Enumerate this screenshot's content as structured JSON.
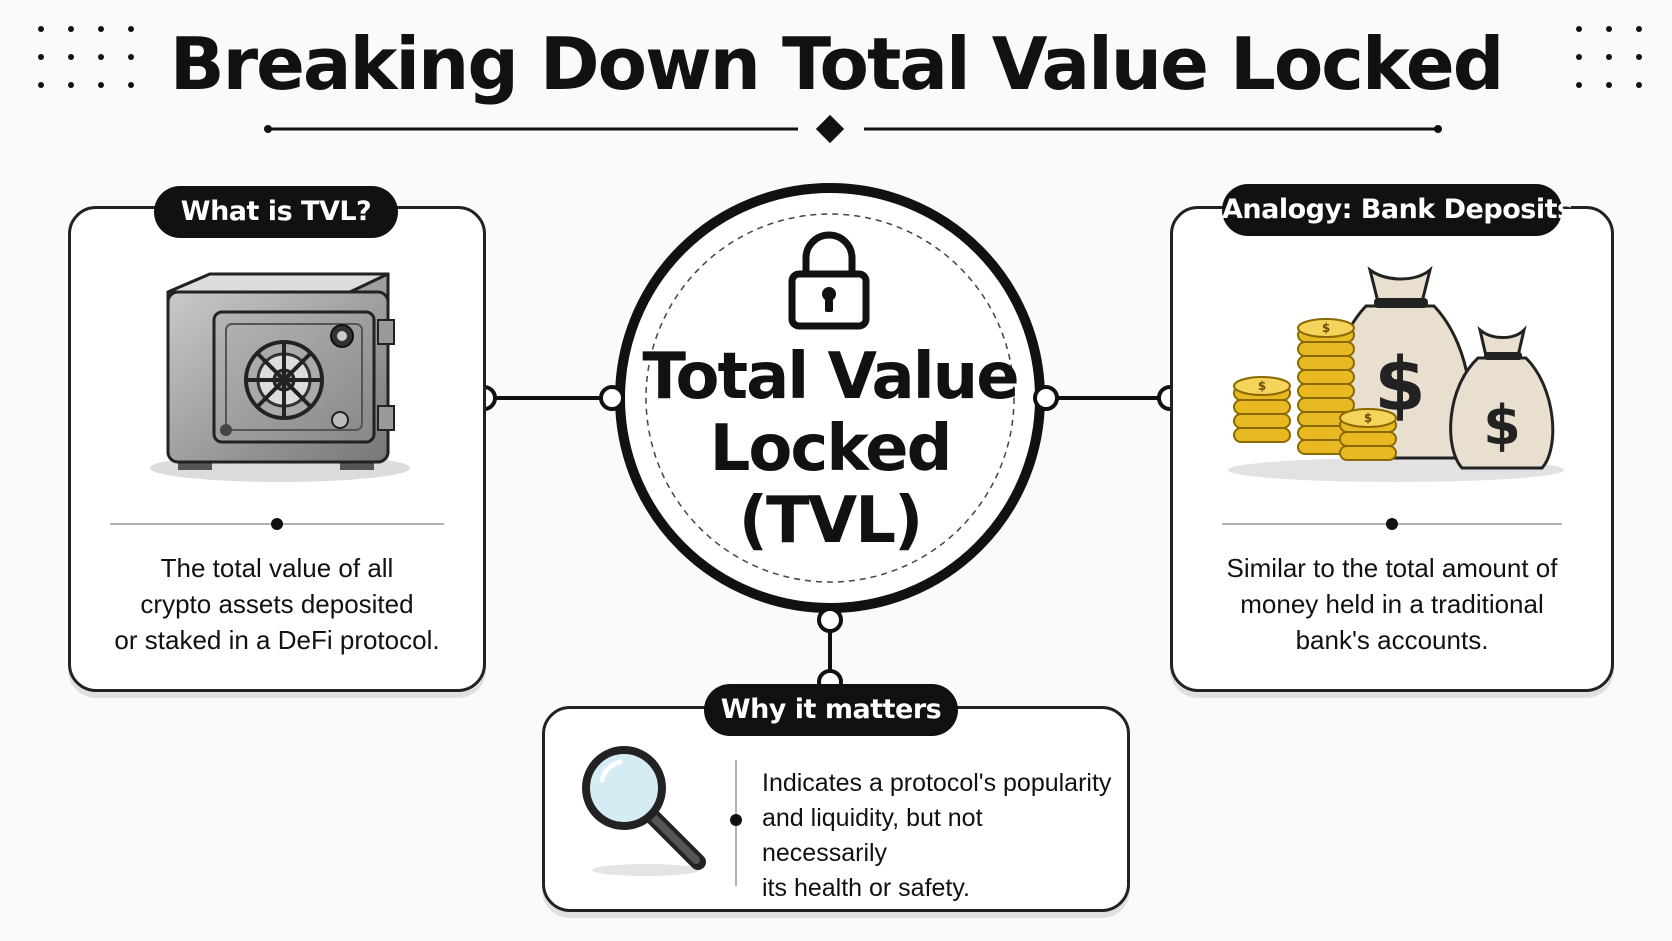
{
  "title": "Breaking Down Total Value Locked",
  "center": {
    "line1": "Total Value",
    "line2": "Locked",
    "line3": "(TVL)",
    "icon": "padlock-icon"
  },
  "cards": {
    "what_is": {
      "label": "What is TVL?",
      "icon": "safe-icon",
      "text_lines": [
        "The total value of all",
        "crypto assets deposited",
        "or staked in a DeFi protocol."
      ]
    },
    "analogy": {
      "label": "Analogy: Bank Deposits",
      "icon": "money-bags-coins-icon",
      "text_lines": [
        "Similar to the total amount of",
        "money held in a traditional",
        "bank's accounts."
      ]
    },
    "why": {
      "label": "Why it matters",
      "icon": "magnifying-glass-icon",
      "text_lines": [
        "Indicates a protocol's popularity",
        "and liquidity, but not necessarily",
        "its health or safety."
      ]
    }
  },
  "colors": {
    "ink": "#111111",
    "gold": "#E8B923",
    "bag": "#E9DFCF",
    "steel": "#9A9A9A"
  }
}
